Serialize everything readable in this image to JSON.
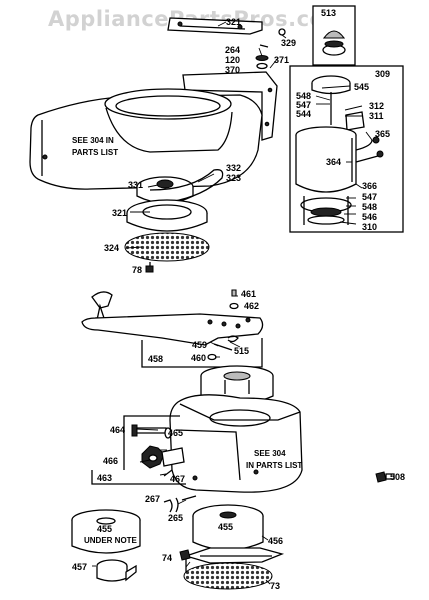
{
  "watermark": "AppliancePartsPros.com",
  "notes": {
    "upper_shroud_1": "SEE 304 IN",
    "upper_shroud_2": "PARTS LIST",
    "lower_shroud_1": "SEE 304",
    "lower_shroud_2": "IN PARTS LIST",
    "under_note": "UNDER NOTE"
  },
  "parts": {
    "p513": "513",
    "p321a": "321",
    "p329": "329",
    "p264": "264",
    "p120": "120",
    "p370": "370",
    "p371": "371",
    "p309": "309",
    "p545": "545",
    "p548a": "548",
    "p547a": "547",
    "p544": "544",
    "p312": "312",
    "p311": "311",
    "p365": "365",
    "p364": "364",
    "p366": "366",
    "p547b": "547",
    "p548b": "548",
    "p546": "546",
    "p310": "310",
    "p332": "332",
    "p323": "323",
    "p331": "331",
    "p321b": "321",
    "p324": "324",
    "p78": "78",
    "p461": "461",
    "p462": "462",
    "p459": "459",
    "p515": "515",
    "p458": "458",
    "p460": "460",
    "p464": "464",
    "p465": "465",
    "p466": "466",
    "p467": "467",
    "p463": "463",
    "p508": "508",
    "p267": "267",
    "p265": "265",
    "p455a": "455",
    "p455b": "455",
    "p456": "456",
    "p74": "74",
    "p457": "457",
    "p73": "73"
  }
}
